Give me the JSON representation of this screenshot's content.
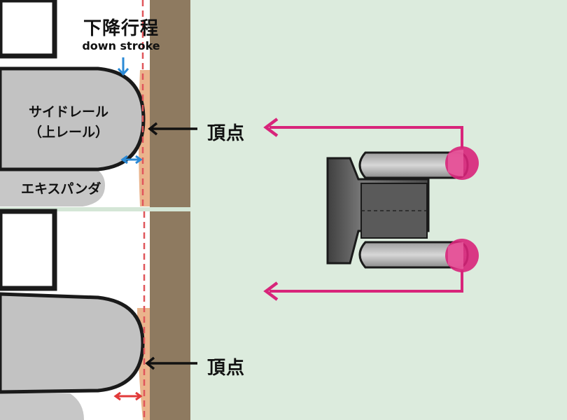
{
  "labels": {
    "stroke_title": "下降行程",
    "stroke_subtitle": "down stroke",
    "rail_line1": "サイドレール",
    "rail_line2": "（上レール）",
    "expander": "エキスパンダ",
    "apex_top": "頂点",
    "apex_bottom": "頂点"
  },
  "colors": {
    "background_right": "#dcebdd",
    "wall": "#8e7a60",
    "contact_tint": "#eab48c",
    "ring_fill": "#bdbdbd",
    "outline": "#1a1a1a",
    "dashed_line": "#e0565b",
    "magenta": "#d8247a",
    "blue_arrow": "#2b8ad6",
    "red_arrow": "#e23a3a"
  }
}
